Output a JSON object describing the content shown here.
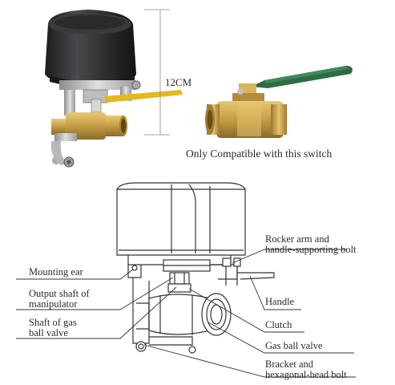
{
  "photo": {
    "dimension_label": "12CM",
    "caption": "Only Compatible with this switch"
  },
  "callouts": [
    {
      "id": "rocker",
      "lines": [
        "Rocker arm and",
        "handle-supporting bolt"
      ]
    },
    {
      "id": "mounting-ear",
      "lines": [
        "Mounting ear"
      ]
    },
    {
      "id": "output-shaft",
      "lines": [
        "Output shaft of",
        "manipulator"
      ]
    },
    {
      "id": "handle",
      "lines": [
        "Handle"
      ]
    },
    {
      "id": "shaft-gas-valve",
      "lines": [
        "Shaft of gas",
        "ball valve"
      ]
    },
    {
      "id": "clutch",
      "lines": [
        "Clutch"
      ]
    },
    {
      "id": "gas-ball-valve",
      "lines": [
        "Gas ball valve"
      ]
    },
    {
      "id": "bracket",
      "lines": [
        "Bracket and",
        "hexagonal-head bolt"
      ]
    }
  ],
  "colors": {
    "actuator": "#2b2b2d",
    "brass": "#c9a24a",
    "handle_green": "#2e6b45",
    "handle_yellow": "#e5b81e",
    "line_art": "#333333"
  }
}
